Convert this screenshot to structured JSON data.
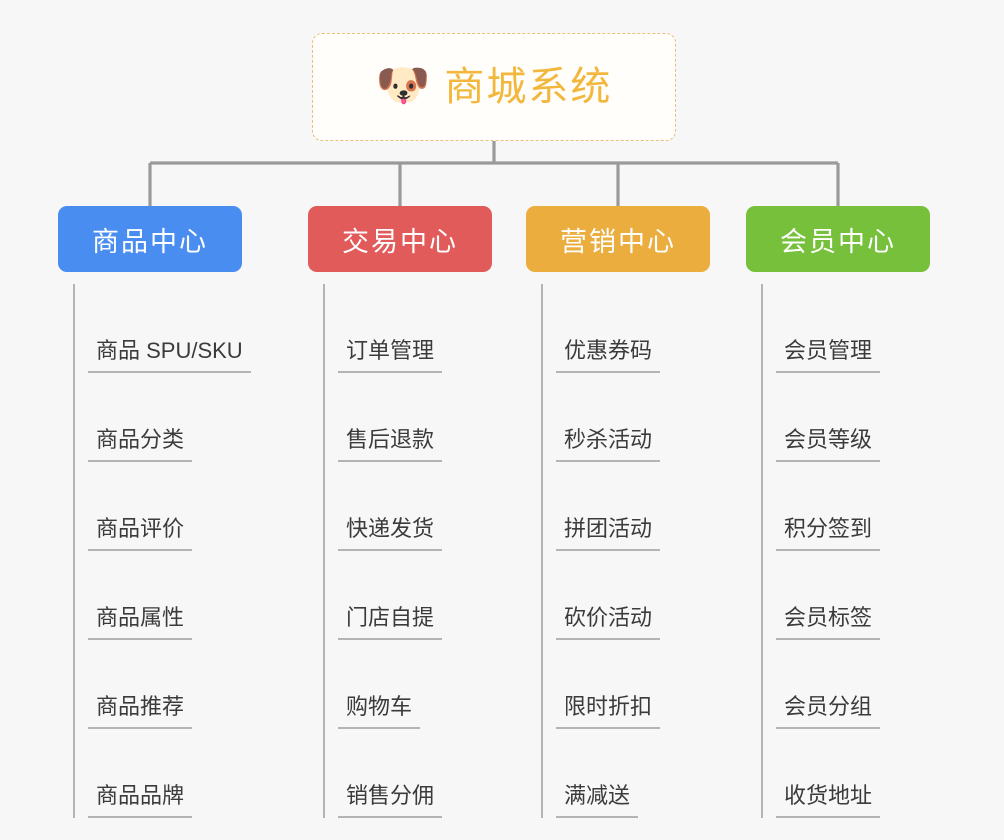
{
  "canvas": {
    "background": "#f7f7f7",
    "connector_color": "#9a9a9a",
    "underline_color": "#b4b4b4"
  },
  "root": {
    "icon": "dog-face-emoji",
    "icon_glyph": "🐶",
    "title": "商城系统",
    "text_color": "#f2b73c",
    "border_color": "#e8bf78",
    "background": "#fffefb"
  },
  "branches": [
    {
      "id": "product-center",
      "label": "商品中心",
      "color": "#4a8df0",
      "items": [
        {
          "label": "商品 SPU/SKU"
        },
        {
          "label": "商品分类"
        },
        {
          "label": "商品评价"
        },
        {
          "label": "商品属性"
        },
        {
          "label": "商品推荐"
        },
        {
          "label": "商品品牌"
        }
      ]
    },
    {
      "id": "trade-center",
      "label": "交易中心",
      "color": "#e15b5b",
      "items": [
        {
          "label": "订单管理"
        },
        {
          "label": "售后退款"
        },
        {
          "label": "快递发货"
        },
        {
          "label": "门店自提"
        },
        {
          "label": "购物车"
        },
        {
          "label": "销售分佣"
        }
      ]
    },
    {
      "id": "marketing-center",
      "label": "营销中心",
      "color": "#eaad3e",
      "items": [
        {
          "label": "优惠券码"
        },
        {
          "label": "秒杀活动"
        },
        {
          "label": "拼团活动"
        },
        {
          "label": "砍价活动"
        },
        {
          "label": "限时折扣"
        },
        {
          "label": "满减送"
        }
      ]
    },
    {
      "id": "member-center",
      "label": "会员中心",
      "color": "#76c03c",
      "items": [
        {
          "label": "会员管理"
        },
        {
          "label": "会员等级"
        },
        {
          "label": "积分签到"
        },
        {
          "label": "会员标签"
        },
        {
          "label": "会员分组"
        },
        {
          "label": "收货地址"
        }
      ]
    }
  ]
}
